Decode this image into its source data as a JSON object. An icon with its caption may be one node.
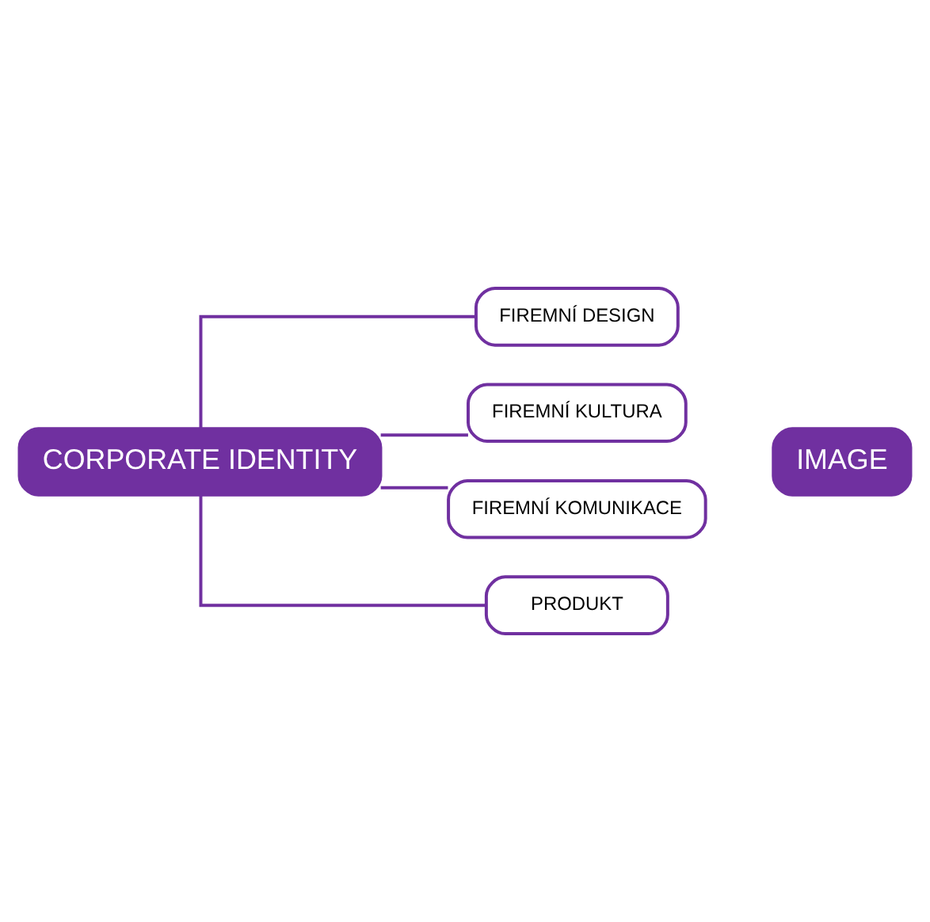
{
  "diagram": {
    "nodes": [
      {
        "text": [
          "CORPORATE IDENTITY"
        ]
      },
      {
        "text": [
          "FIREMNÍ DESIGN"
        ]
      },
      {
        "text": [
          "FIREMNÍ KULTURA"
        ]
      },
      {
        "text": [
          "FIREMNÍ KOMUNIKACE"
        ]
      },
      {
        "text": [
          "PRODUKT"
        ]
      },
      {
        "text": [
          "IMAGE"
        ]
      }
    ],
    "edges": [
      {
        "from": 0,
        "to": 1,
        "arrow": "none"
      },
      {
        "from": 0,
        "to": 2,
        "arrow": "none"
      },
      {
        "from": 0,
        "to": 3,
        "arrow": "none"
      },
      {
        "from": 0,
        "to": 4,
        "arrow": "none"
      }
    ]
  }
}
